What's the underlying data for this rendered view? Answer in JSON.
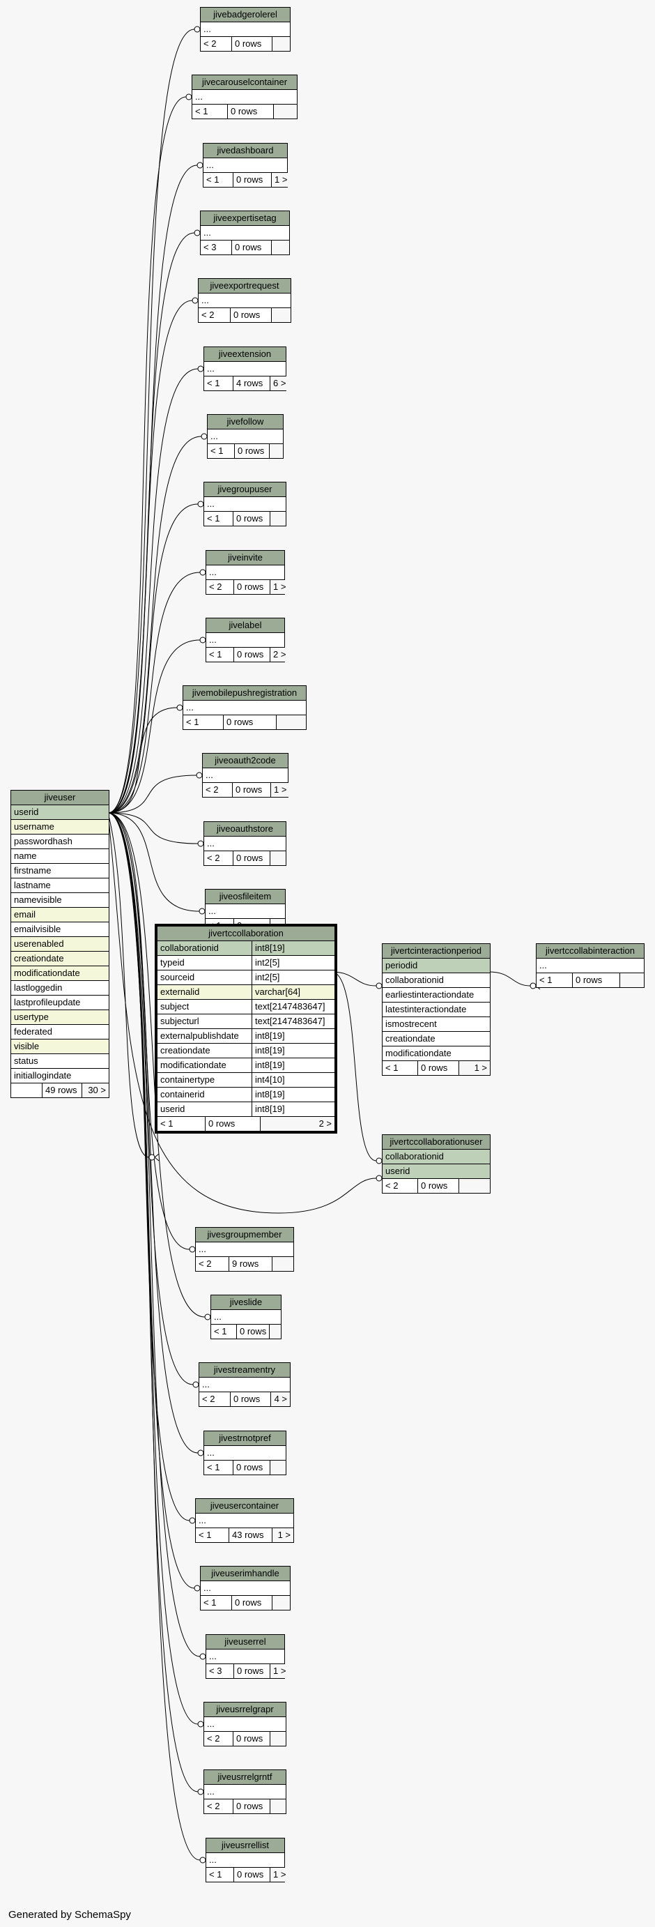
{
  "footer": "Generated by SchemaSpy",
  "tables": {
    "jivebadgerolerel": {
      "name": "jivebadgerolerel",
      "col": "...",
      "parents": "< 2",
      "rows": "0 rows",
      "children": ""
    },
    "jivecarouselcontainer": {
      "name": "jivecarouselcontainer",
      "col": "...",
      "parents": "< 1",
      "rows": "0 rows",
      "children": ""
    },
    "jivedashboard": {
      "name": "jivedashboard",
      "col": "...",
      "parents": "< 1",
      "rows": "0 rows",
      "children": "1 >"
    },
    "jiveexpertisetag": {
      "name": "jiveexpertisetag",
      "col": "...",
      "parents": "< 3",
      "rows": "0 rows",
      "children": ""
    },
    "jiveexportrequest": {
      "name": "jiveexportrequest",
      "col": "...",
      "parents": "< 2",
      "rows": "0 rows",
      "children": ""
    },
    "jiveextension": {
      "name": "jiveextension",
      "col": "...",
      "parents": "< 1",
      "rows": "4 rows",
      "children": "6 >"
    },
    "jivefollow": {
      "name": "jivefollow",
      "col": "...",
      "parents": "< 1",
      "rows": "0 rows",
      "children": ""
    },
    "jivegroupuser": {
      "name": "jivegroupuser",
      "col": "...",
      "parents": "< 1",
      "rows": "0 rows",
      "children": ""
    },
    "jiveinvite": {
      "name": "jiveinvite",
      "col": "...",
      "parents": "< 2",
      "rows": "0 rows",
      "children": "1 >"
    },
    "jivelabel": {
      "name": "jivelabel",
      "col": "...",
      "parents": "< 1",
      "rows": "0 rows",
      "children": "2 >"
    },
    "jivemobilepushregistration": {
      "name": "jivemobilepushregistration",
      "col": "...",
      "parents": "< 1",
      "rows": "0 rows",
      "children": ""
    },
    "jiveoauth2code": {
      "name": "jiveoauth2code",
      "col": "...",
      "parents": "< 2",
      "rows": "0 rows",
      "children": "1 >"
    },
    "jiveoauthstore": {
      "name": "jiveoauthstore",
      "col": "...",
      "parents": "< 2",
      "rows": "0 rows",
      "children": ""
    },
    "jiveosfileitem": {
      "name": "jiveosfileitem",
      "col": "...",
      "parents": "< 1",
      "rows": "0 rows",
      "children": ""
    },
    "jivesgroupmember": {
      "name": "jivesgroupmember",
      "col": "...",
      "parents": "< 2",
      "rows": "9 rows",
      "children": ""
    },
    "jiveslide": {
      "name": "jiveslide",
      "col": "...",
      "parents": "< 1",
      "rows": "0 rows",
      "children": ""
    },
    "jivestreamentry": {
      "name": "jivestreamentry",
      "col": "...",
      "parents": "< 2",
      "rows": "0 rows",
      "children": "4 >"
    },
    "jivestrnotpref": {
      "name": "jivestrnotpref",
      "col": "...",
      "parents": "< 1",
      "rows": "0 rows",
      "children": ""
    },
    "jiveusercontainer": {
      "name": "jiveusercontainer",
      "col": "...",
      "parents": "< 1",
      "rows": "43 rows",
      "children": "1 >"
    },
    "jiveuserimhandle": {
      "name": "jiveuserimhandle",
      "col": "...",
      "parents": "< 1",
      "rows": "0 rows",
      "children": ""
    },
    "jiveuserrel": {
      "name": "jiveuserrel",
      "col": "...",
      "parents": "< 3",
      "rows": "0 rows",
      "children": "1 >"
    },
    "jiveusrrelgrapr": {
      "name": "jiveusrrelgrapr",
      "col": "...",
      "parents": "< 2",
      "rows": "0 rows",
      "children": ""
    },
    "jiveusrrelgrntf": {
      "name": "jiveusrrelgrntf",
      "col": "...",
      "parents": "< 2",
      "rows": "0 rows",
      "children": ""
    },
    "jiveusrrellist": {
      "name": "jiveusrrellist",
      "col": "...",
      "parents": "< 1",
      "rows": "0 rows",
      "children": "1 >"
    },
    "jivertccollabinteraction": {
      "name": "jivertccollabinteraction",
      "col": "...",
      "parents": "< 1",
      "rows": "0 rows",
      "children": ""
    }
  },
  "jiveuser": {
    "name": "jiveuser",
    "columns": [
      {
        "name": "userid",
        "style": "pk"
      },
      {
        "name": "username",
        "style": "idx"
      },
      {
        "name": "passwordhash",
        "style": ""
      },
      {
        "name": "name",
        "style": ""
      },
      {
        "name": "firstname",
        "style": ""
      },
      {
        "name": "lastname",
        "style": ""
      },
      {
        "name": "namevisible",
        "style": ""
      },
      {
        "name": "email",
        "style": "idx"
      },
      {
        "name": "emailvisible",
        "style": ""
      },
      {
        "name": "userenabled",
        "style": "idx"
      },
      {
        "name": "creationdate",
        "style": "idx"
      },
      {
        "name": "modificationdate",
        "style": "idx"
      },
      {
        "name": "lastloggedin",
        "style": ""
      },
      {
        "name": "lastprofileupdate",
        "style": ""
      },
      {
        "name": "usertype",
        "style": "idx"
      },
      {
        "name": "federated",
        "style": ""
      },
      {
        "name": "visible",
        "style": "idx"
      },
      {
        "name": "status",
        "style": ""
      },
      {
        "name": "initiallogindate",
        "style": ""
      }
    ],
    "parents": "",
    "rows": "49 rows",
    "children": "30 >"
  },
  "jivertccollaboration": {
    "name": "jivertccollaboration",
    "columns": [
      {
        "name": "collaborationid",
        "type": "int8[19]",
        "style": "pk"
      },
      {
        "name": "typeid",
        "type": "int2[5]",
        "style": ""
      },
      {
        "name": "sourceid",
        "type": "int2[5]",
        "style": ""
      },
      {
        "name": "externalid",
        "type": "varchar[64]",
        "style": "idx"
      },
      {
        "name": "subject",
        "type": "text[2147483647]",
        "style": ""
      },
      {
        "name": "subjecturl",
        "type": "text[2147483647]",
        "style": ""
      },
      {
        "name": "externalpublishdate",
        "type": "int8[19]",
        "style": ""
      },
      {
        "name": "creationdate",
        "type": "int8[19]",
        "style": ""
      },
      {
        "name": "modificationdate",
        "type": "int8[19]",
        "style": ""
      },
      {
        "name": "containertype",
        "type": "int4[10]",
        "style": ""
      },
      {
        "name": "containerid",
        "type": "int8[19]",
        "style": ""
      },
      {
        "name": "userid",
        "type": "int8[19]",
        "style": ""
      }
    ],
    "parents": "< 1",
    "rows": "0 rows",
    "children": "2 >"
  },
  "jivertcinteractionperiod": {
    "name": "jivertcinteractionperiod",
    "columns": [
      {
        "name": "periodid",
        "style": "pk"
      },
      {
        "name": "collaborationid",
        "style": ""
      },
      {
        "name": "earliestinteractiondate",
        "style": ""
      },
      {
        "name": "latestinteractiondate",
        "style": ""
      },
      {
        "name": "ismostrecent",
        "style": ""
      },
      {
        "name": "creationdate",
        "style": ""
      },
      {
        "name": "modificationdate",
        "style": ""
      }
    ],
    "parents": "< 1",
    "rows": "0 rows",
    "children": "1 >"
  },
  "jivertccollaborationuser": {
    "name": "jivertccollaborationuser",
    "columns": [
      {
        "name": "collaborationid",
        "style": "pk"
      },
      {
        "name": "userid",
        "style": "pk"
      }
    ],
    "parents": "< 2",
    "rows": "0 rows",
    "children": ""
  }
}
